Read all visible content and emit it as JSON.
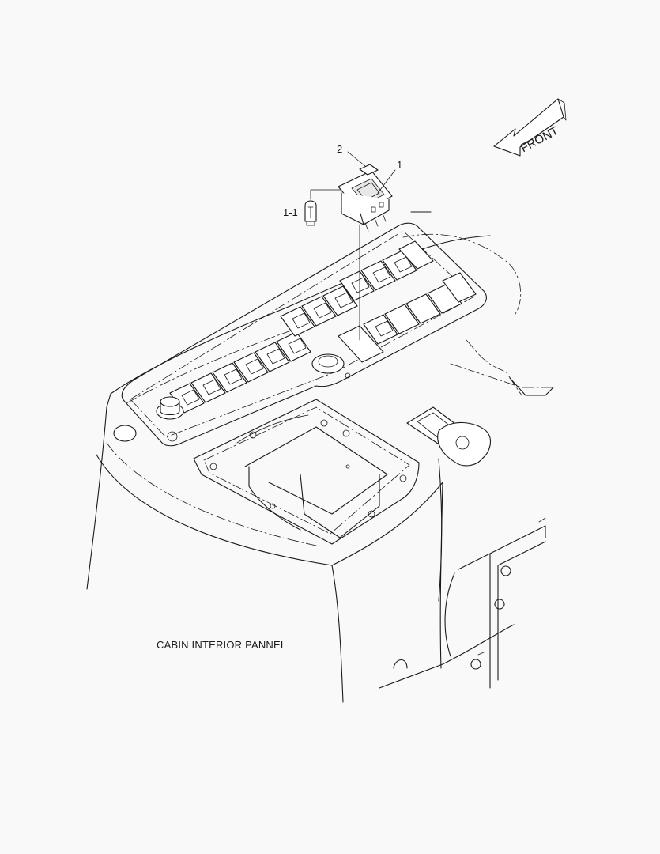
{
  "diagram": {
    "caption": "CABIN INTERIOR PANNEL",
    "direction_label": "FRONT",
    "callouts": [
      {
        "id": "callout-1",
        "label": "1"
      },
      {
        "id": "callout-2",
        "label": "2"
      },
      {
        "id": "callout-1-1",
        "label": "1-1"
      }
    ]
  }
}
